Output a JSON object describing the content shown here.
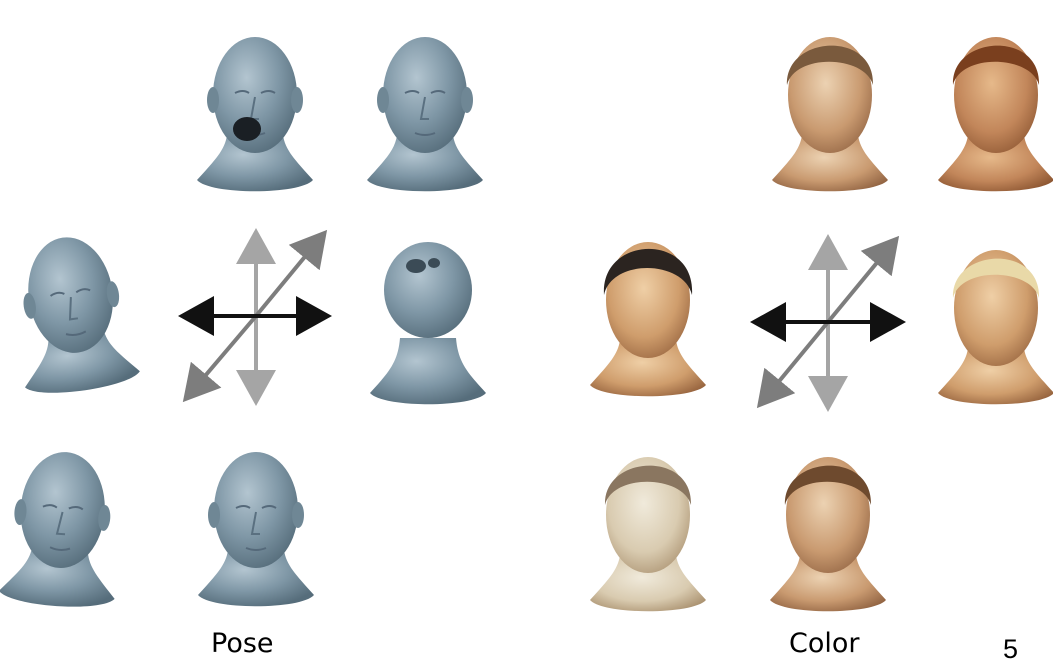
{
  "captions": {
    "pose": "Pose",
    "color": "Color"
  },
  "page_number": "5",
  "colors": {
    "pose_mesh": "#7e96a5",
    "pose_mesh_shade": "#5d7483",
    "pose_mesh_light": "#a9bdc9",
    "skin_base": "#c99a70",
    "skin_dark": "#9c6b45",
    "skin_light": "#e3c7a6",
    "skin_pale": "#e6dfcc",
    "hair_dark": "#2b2420",
    "hair_brown": "#6e4a2e",
    "hair_red": "#7a3f1e",
    "hair_blond": "#e9d9a8",
    "arrow_black": "#111111",
    "arrow_gray": "#8a8a8a",
    "arrow_lightgray": "#a5a5a5"
  },
  "diagram": {
    "panels": [
      {
        "name": "pose",
        "heads": [
          {
            "name": "open-mouth",
            "style": "mesh"
          },
          {
            "name": "neutral-front",
            "style": "mesh"
          },
          {
            "name": "tilted-down",
            "style": "mesh"
          },
          {
            "name": "looking-up",
            "style": "mesh"
          },
          {
            "name": "turned-left",
            "style": "mesh"
          },
          {
            "name": "front-smile",
            "style": "mesh"
          }
        ]
      },
      {
        "name": "color",
        "heads": [
          {
            "name": "light-brown-hair",
            "style": "textured"
          },
          {
            "name": "red-tinted",
            "style": "textured"
          },
          {
            "name": "dark-hair",
            "style": "textured"
          },
          {
            "name": "blond-hair",
            "style": "textured"
          },
          {
            "name": "pale-skin",
            "style": "textured"
          },
          {
            "name": "brown-hair",
            "style": "textured"
          }
        ]
      }
    ]
  }
}
